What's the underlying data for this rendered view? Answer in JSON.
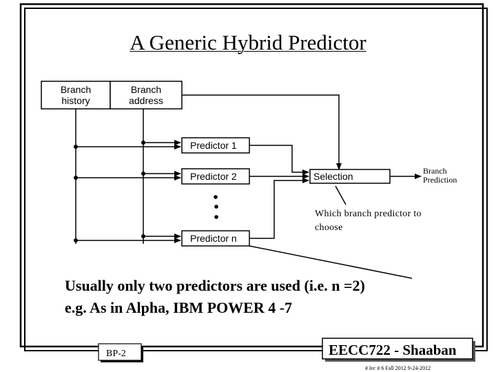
{
  "title": "A Generic Hybrid Predictor",
  "diagram": {
    "branch_history": "Branch history",
    "branch_address": "Branch address",
    "predictors": [
      "Predictor 1",
      "Predictor 2",
      "Predictor n"
    ],
    "selection": "Selection",
    "output": "Branch Prediction",
    "annotation": "Which branch predictor to choose"
  },
  "note": {
    "line1": "Usually only two predictors are used  (i.e. n =2)",
    "line2": "e.g.  As in Alpha,  IBM POWER 4 -7"
  },
  "footer": {
    "slide_code": "BP-2",
    "brand": "EECC722 - Shaaban",
    "info": "#  lec # 6   Fall 2012   9-24-2012"
  }
}
